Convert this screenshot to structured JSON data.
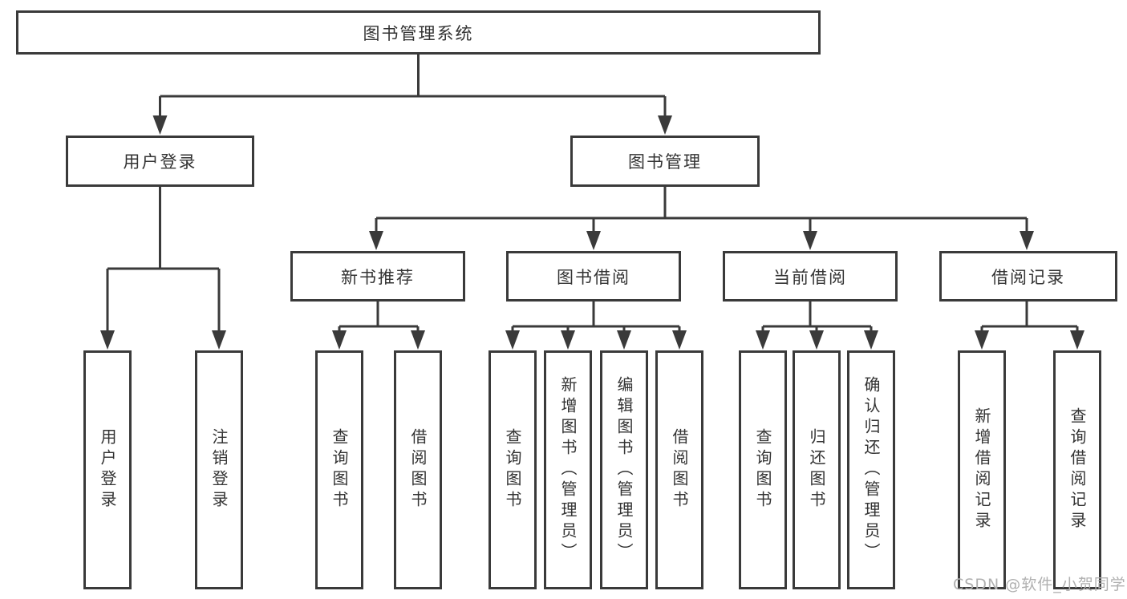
{
  "diagram": {
    "root": {
      "label": "图书管理系统"
    },
    "level2": [
      {
        "label": "用户登录"
      },
      {
        "label": "图书管理"
      }
    ],
    "level3": [
      {
        "label": "新书推荐"
      },
      {
        "label": "图书借阅"
      },
      {
        "label": "当前借阅"
      },
      {
        "label": "借阅记录"
      }
    ],
    "leaves": [
      {
        "label": "用户登录"
      },
      {
        "label": "注销登录"
      },
      {
        "label": "查询图书"
      },
      {
        "label": "借阅图书"
      },
      {
        "label": "查询图书"
      },
      {
        "label": "新增图书（管理员）"
      },
      {
        "label": "编辑图书（管理员）"
      },
      {
        "label": "借阅图书"
      },
      {
        "label": "查询图书"
      },
      {
        "label": "归还图书"
      },
      {
        "label": "确认归还（管理员）"
      },
      {
        "label": "新增借阅记录"
      },
      {
        "label": "查询借阅记录"
      }
    ]
  },
  "watermark": {
    "text": "CSDN @软件_小贺同学"
  },
  "colors": {
    "line": "#3a3a3a",
    "text": "#333333",
    "watermark": "#b0b0b0",
    "background": "#ffffff"
  }
}
